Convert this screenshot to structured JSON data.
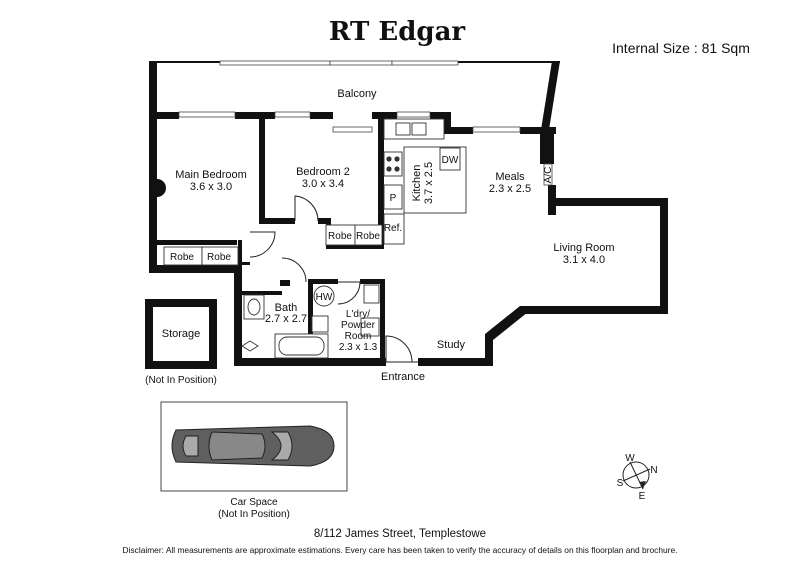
{
  "brand": {
    "name": "RT Edgar"
  },
  "internal_size": "Internal Size : 81 Sqm",
  "rooms": {
    "balcony": {
      "name": "Balcony"
    },
    "main_bedroom": {
      "name": "Main Bedroom",
      "size": "3.6 x 3.0"
    },
    "bedroom2": {
      "name": "Bedroom 2",
      "size": "3.0 x 3.4"
    },
    "kitchen": {
      "name": "Kitchen",
      "size": "3.7 x 2.5"
    },
    "meals": {
      "name": "Meals",
      "size": "2.3 x 2.5"
    },
    "living": {
      "name": "Living Room",
      "size": "3.1 x 4.0"
    },
    "bath": {
      "name": "Bath",
      "size": "2.7 x 2.7"
    },
    "laundry": {
      "line1": "L'dry/",
      "line2": "Powder",
      "line3": "Room",
      "size": "2.3 x 1.3"
    },
    "study": {
      "name": "Study"
    },
    "entrance": {
      "name": "Entrance"
    },
    "storage": {
      "name": "Storage",
      "note": "(Not In Position)"
    },
    "car_space": {
      "name": "Car Space",
      "note": "(Not In Position)"
    }
  },
  "fixtures": {
    "robe": "Robe",
    "dw": "DW",
    "pantry": "P",
    "fridge": "Ref.",
    "hot_water": "HW",
    "aircon": "A/C"
  },
  "compass": {
    "n": "N",
    "e": "E",
    "s": "S",
    "w": "W"
  },
  "address": "8/112 James Street, Templestowe",
  "disclaimer": "Disclaimer: All measurements are approximate estimations. Every care has been taken to verify the accuracy of details on this floorplan and brochure."
}
